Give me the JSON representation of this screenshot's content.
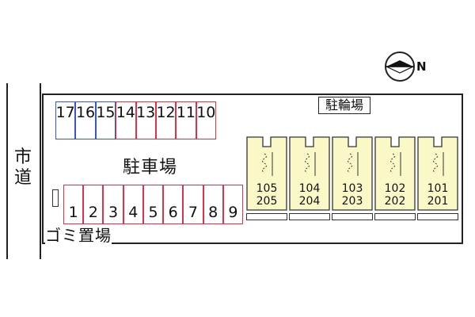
{
  "street": {
    "label_chars": [
      "市",
      "道"
    ]
  },
  "compass": {
    "north_label": "N"
  },
  "lot": {
    "label": "駐車場"
  },
  "bicycle": {
    "label": "駐輪場"
  },
  "trash": {
    "label": "ゴミ置場"
  },
  "parking_top": [
    {
      "num": "17",
      "color": "#3a55c8"
    },
    {
      "num": "16",
      "color": "#3a55c8"
    },
    {
      "num": "15",
      "color": "#3a55c8"
    },
    {
      "num": "14",
      "color": "#e0304a"
    },
    {
      "num": "13",
      "color": "#e0304a"
    },
    {
      "num": "12",
      "color": "#e0304a"
    },
    {
      "num": "11",
      "color": "#e0304a"
    },
    {
      "num": "10",
      "color": "#e0304a"
    }
  ],
  "parking_bottom": [
    "1",
    "2",
    "3",
    "4",
    "5",
    "6",
    "7",
    "8",
    "9"
  ],
  "units": [
    {
      "upper": "105",
      "lower": "205"
    },
    {
      "upper": "104",
      "lower": "204"
    },
    {
      "upper": "103",
      "lower": "203"
    },
    {
      "upper": "102",
      "lower": "202"
    },
    {
      "upper": "101",
      "lower": "201"
    }
  ],
  "colors": {
    "building_fill": "#fbf8c8",
    "red": "#e0304a",
    "blue": "#3a55c8"
  }
}
